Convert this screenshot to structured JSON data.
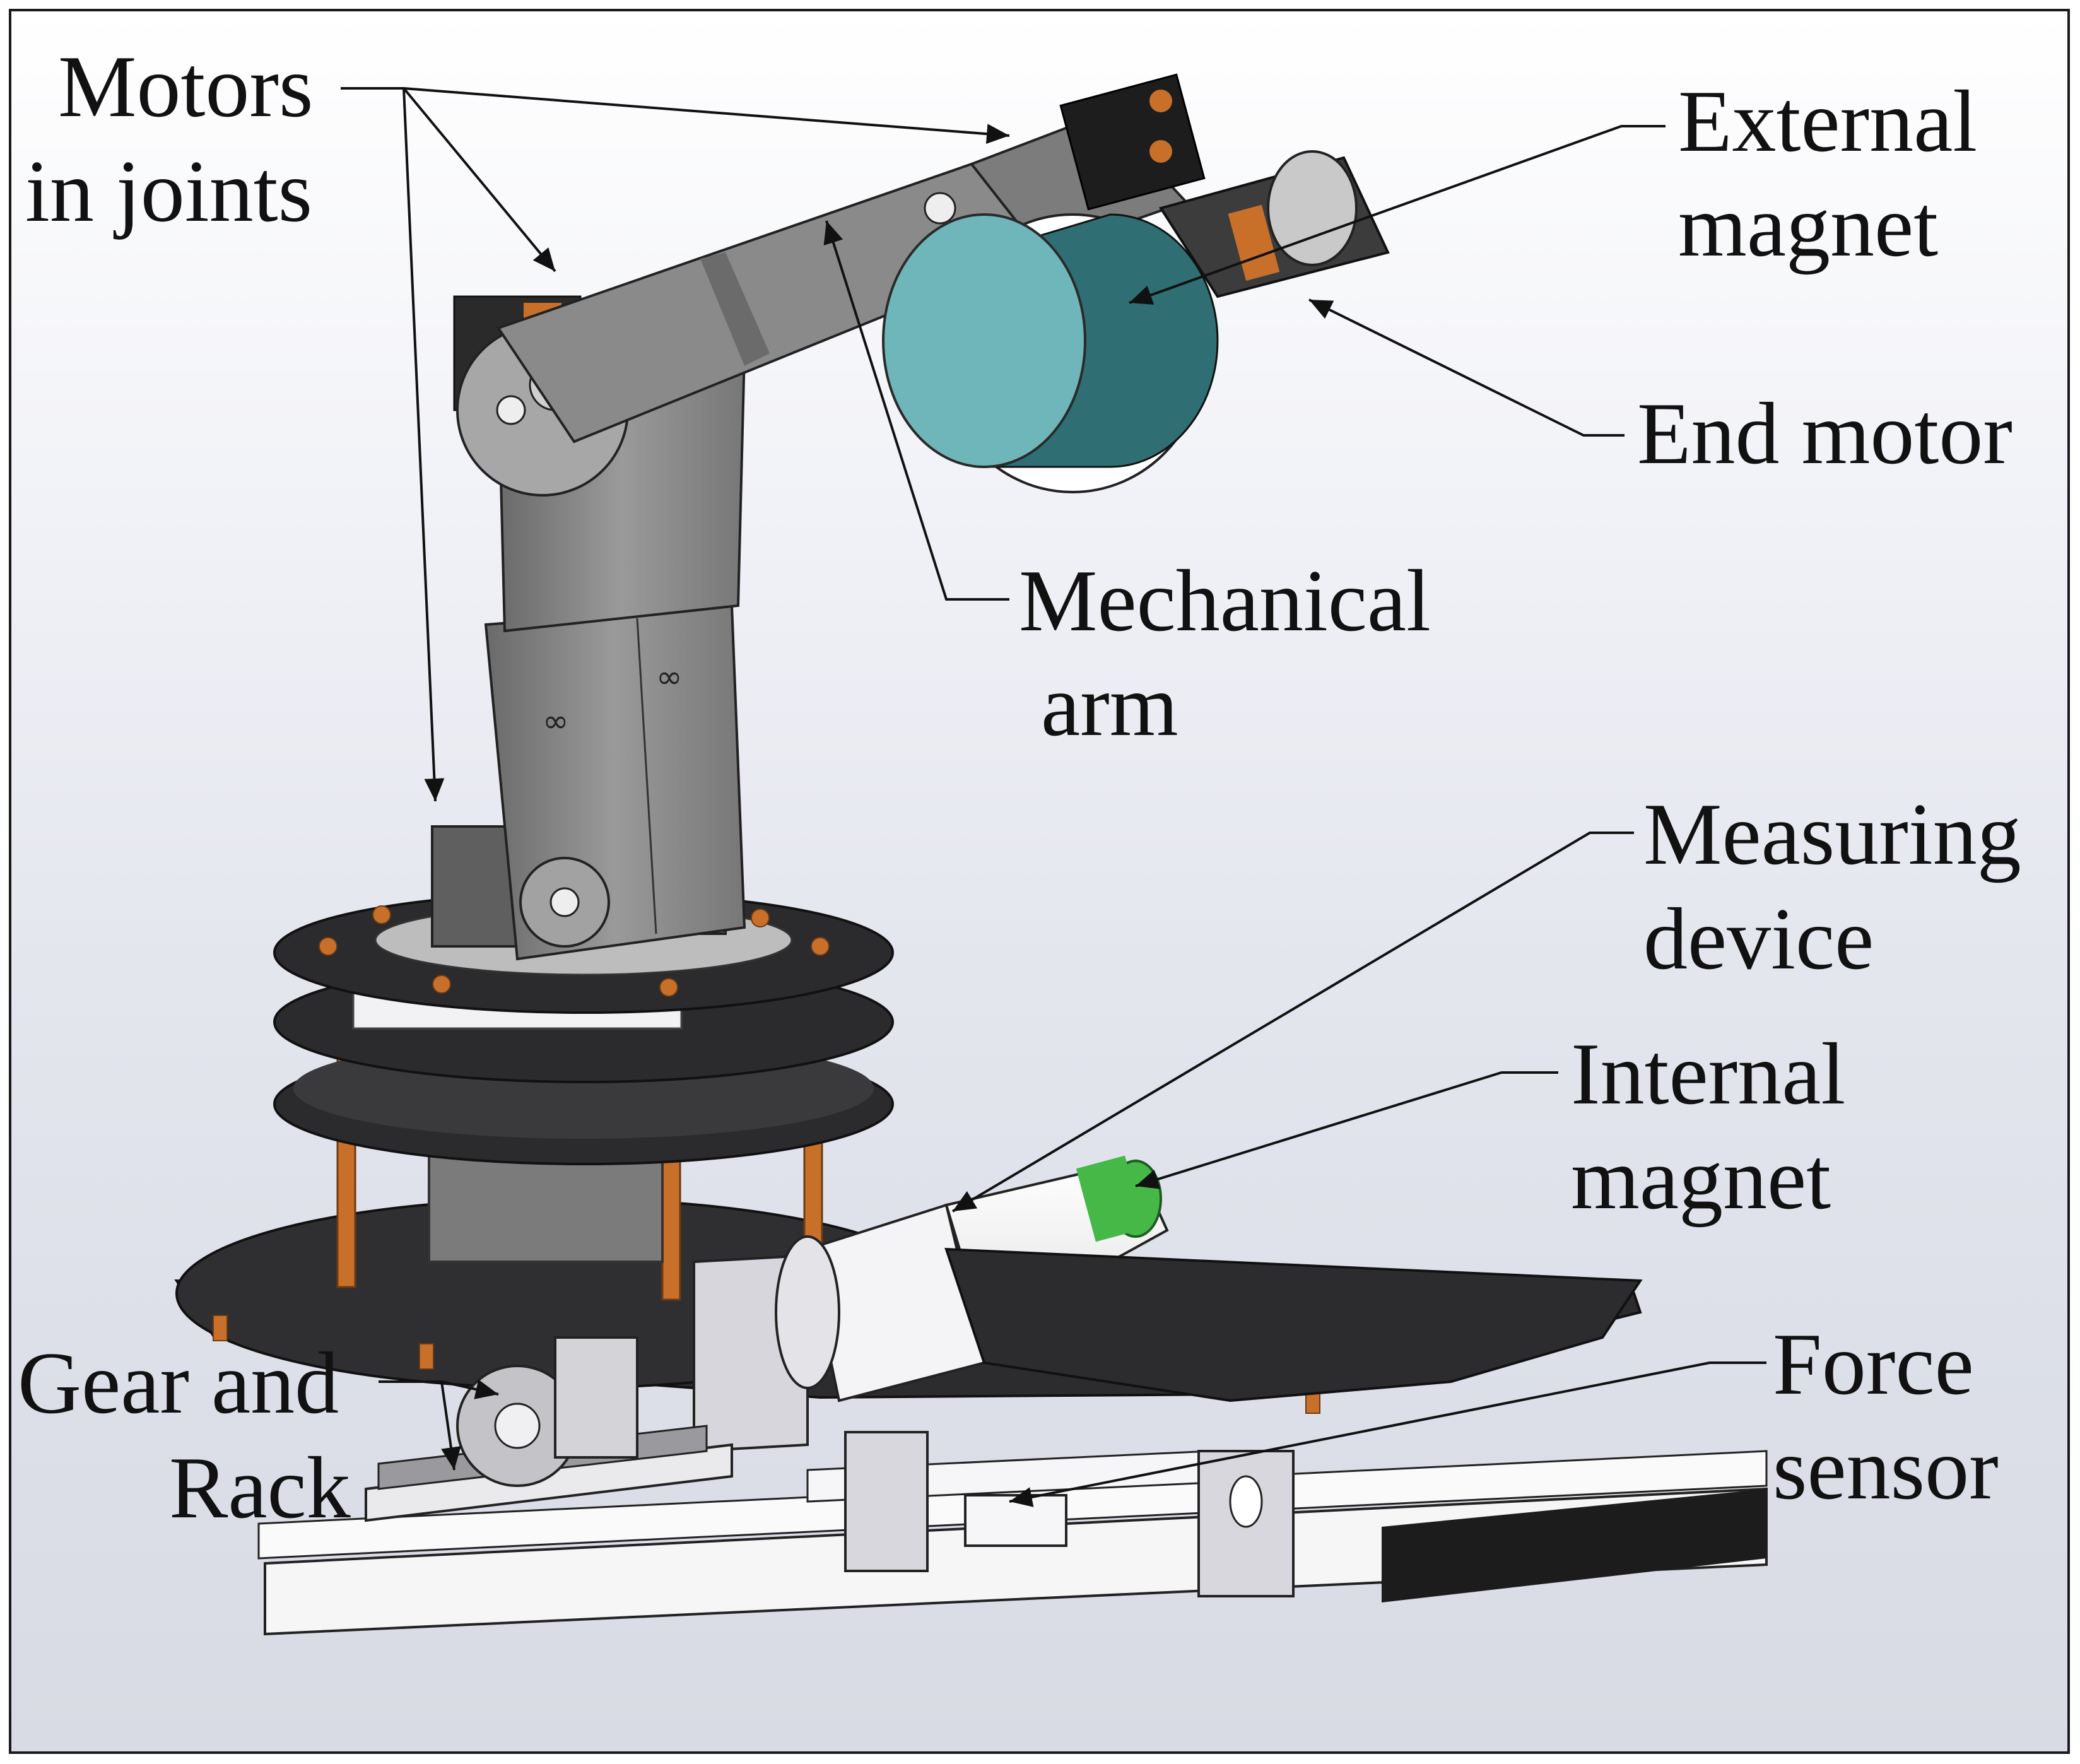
{
  "labels": {
    "motors": [
      "Motors",
      "in joints"
    ],
    "external_magnet": [
      "External",
      "magnet"
    ],
    "end_motor": [
      "End motor"
    ],
    "mechanical_arm": [
      "Mechanical",
      "arm"
    ],
    "measuring_device": [
      "Measuring",
      "device"
    ],
    "internal_magnet": [
      "Internal",
      "magnet"
    ],
    "gear_rack": [
      "Gear and",
      "Rack"
    ],
    "force_sensor": [
      "Force",
      "sensor"
    ]
  },
  "colors": {
    "metal": "#8c8c8c",
    "metal_dark": "#5e5e5e",
    "plate": "#2c2c2e",
    "magnet_face": "#6fb6ba",
    "magnet_side": "#2f6f73",
    "internal_magnet": "#46b848",
    "standoff": "#c8702a",
    "base": "#f4f4f4",
    "base_edge": "#1c1c1c"
  }
}
